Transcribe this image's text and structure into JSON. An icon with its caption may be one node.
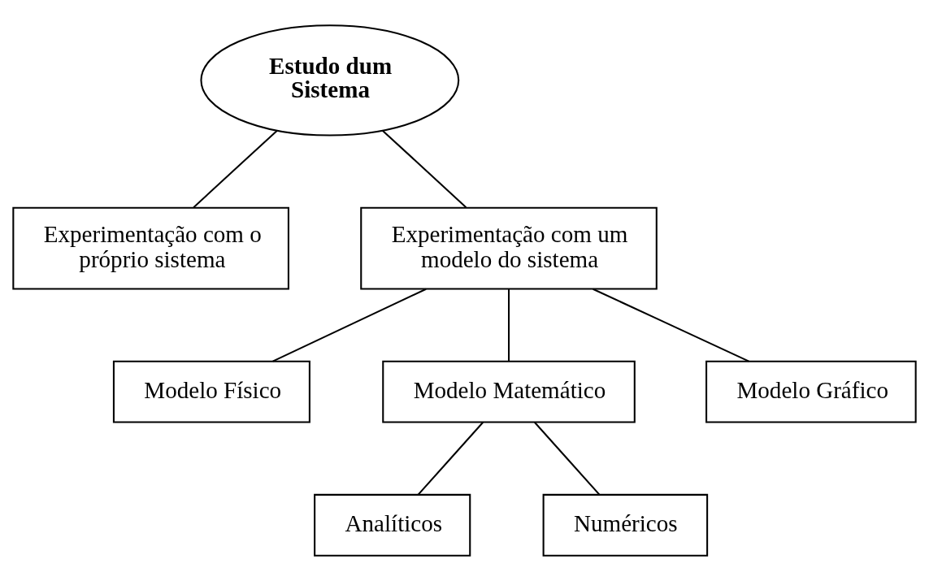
{
  "diagram": {
    "nodes": [
      {
        "text": [
          "Estudo dum Sistema"
        ]
      },
      {
        "text": [
          "Experimentação com o próprio sistema"
        ]
      },
      {
        "text": [
          "Experimentação com um modelo do sistema"
        ]
      },
      {
        "text": [
          "Modelo Físico"
        ]
      },
      {
        "text": [
          "Modelo Matemático"
        ]
      },
      {
        "text": [
          "Modelo Gráfico"
        ]
      },
      {
        "text": [
          "Analíticos"
        ]
      },
      {
        "text": [
          "Numéricos"
        ]
      }
    ],
    "edges": [
      {
        "from": 0,
        "to": 1,
        "arrow": "none"
      },
      {
        "from": 0,
        "to": 2,
        "arrow": "none"
      },
      {
        "from": 2,
        "to": 3,
        "arrow": "none"
      },
      {
        "from": 2,
        "to": 4,
        "arrow": "none"
      },
      {
        "from": 2,
        "to": 5,
        "arrow": "none"
      },
      {
        "from": 4,
        "to": 6,
        "arrow": "none"
      },
      {
        "from": 4,
        "to": 7,
        "arrow": "none"
      }
    ]
  }
}
